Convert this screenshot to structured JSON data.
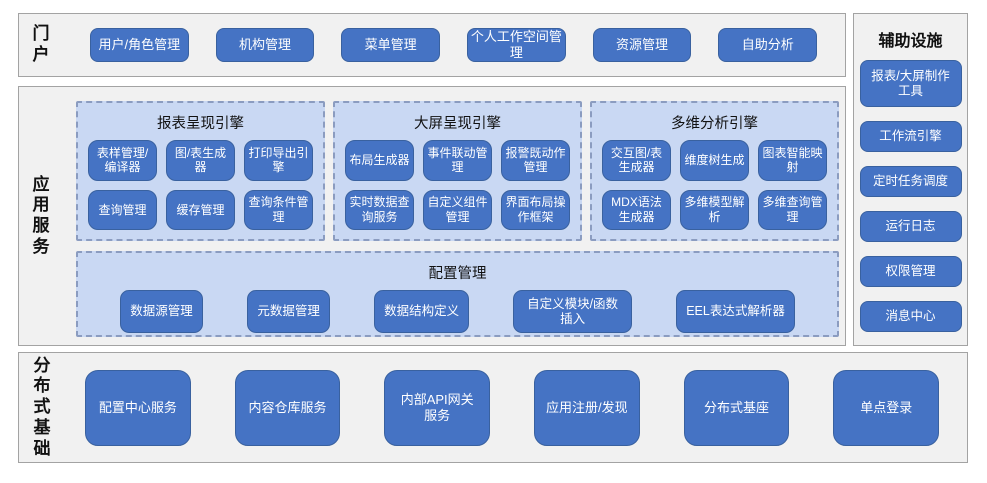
{
  "portal": {
    "label": "门户",
    "buttons": [
      "用户/角色管理",
      "机构管理",
      "菜单管理",
      "个人工作空间管理",
      "资源管理",
      "自助分析"
    ]
  },
  "app_services": {
    "label": "应用服务",
    "engines": [
      {
        "title": "报表呈现引擎",
        "buttons": [
          "表样管理/编译器",
          "图/表生成器",
          "打印导出引擎",
          "查询管理",
          "缓存管理",
          "查询条件管理"
        ]
      },
      {
        "title": "大屏呈现引擎",
        "buttons": [
          "布局生成器",
          "事件联动管理",
          "报警既动作管理",
          "实时数据查询服务",
          "自定义组件管理",
          "界面布局操作框架"
        ]
      },
      {
        "title": "多维分析引擎",
        "buttons": [
          "交互图/表生成器",
          "维度树生成",
          "图表智能映射",
          "MDX语法生成器",
          "多维模型解析",
          "多维查询管理"
        ]
      }
    ],
    "config": {
      "title": "配置管理",
      "buttons": [
        "数据源管理",
        "元数据管理",
        "数据结构定义",
        "自定义模块/函数插入",
        "EEL表达式解析器"
      ]
    }
  },
  "distributed": {
    "label": "分布式基础",
    "buttons": [
      "配置中心服务",
      "内容仓库服务",
      "内部API网关服务",
      "应用注册/发现",
      "分布式基座",
      "单点登录"
    ]
  },
  "auxiliary": {
    "title": "辅助设施",
    "buttons": [
      "报表/大屏制作工具",
      "工作流引擎",
      "定时任务调度",
      "运行日志",
      "权限管理",
      "消息中心"
    ]
  },
  "colors": {
    "node_blue": "#4573C4",
    "node_border": "#39619F",
    "group_fill": "#C9D8F3",
    "group_dash_border": "#8B9CC0",
    "panel_bg": "#F1F1F1",
    "panel_border": "#A3A3A3"
  }
}
